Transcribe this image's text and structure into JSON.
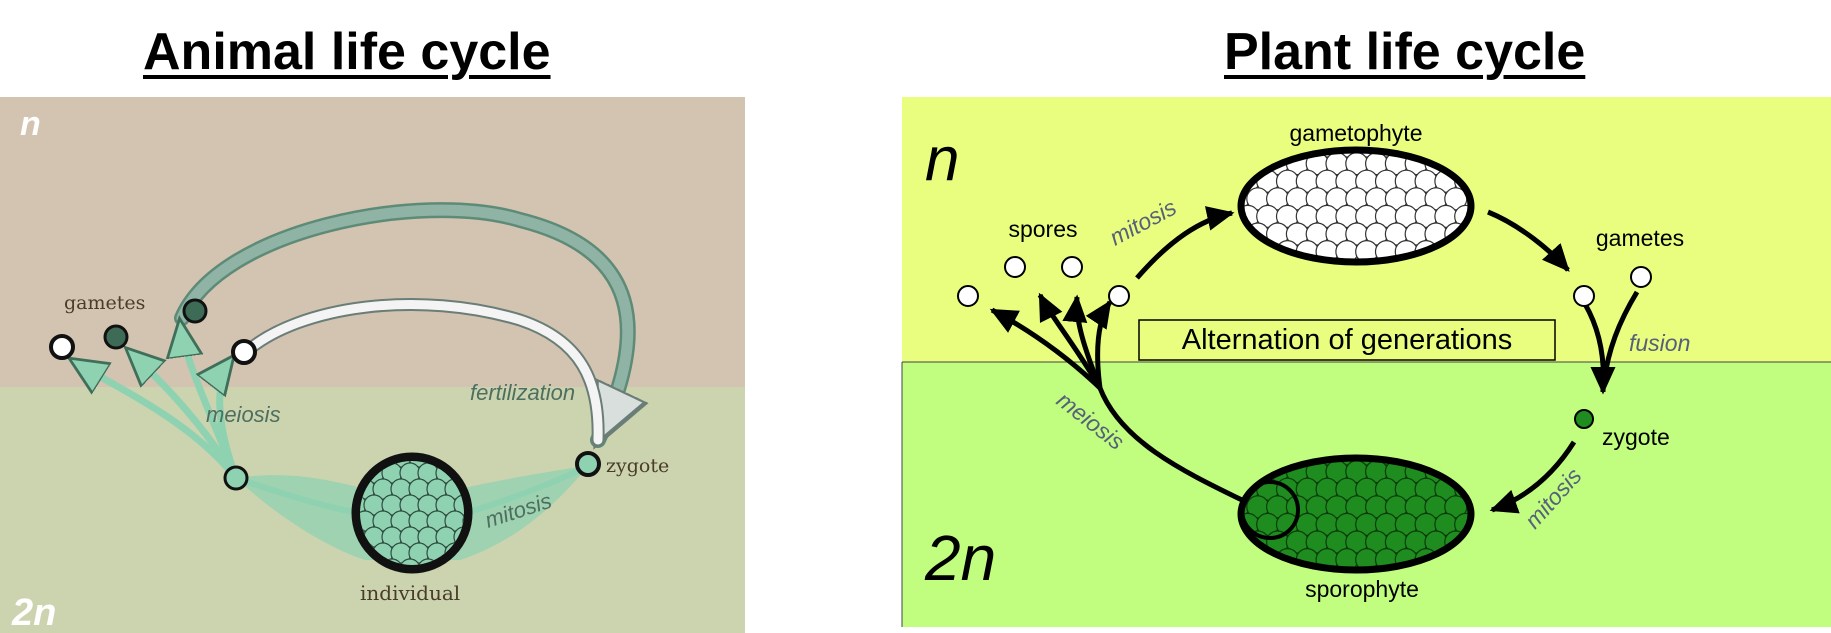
{
  "animal": {
    "title": "Animal life cycle",
    "ploidy_haploid": "n",
    "ploidy_diploid": "2n",
    "labels": {
      "gametes": "gametes",
      "meiosis": "meiosis",
      "fertilization": "fertilization",
      "zygote": "zygote",
      "mitosis": "mitosis",
      "individual": "individual"
    },
    "colors": {
      "haploid_bg": "#d2c4b0",
      "diploid_bg": "#cbd4af",
      "cell": "#8fd2b1",
      "arrow": "#7a9e8e"
    }
  },
  "plant": {
    "title": "Plant life cycle",
    "ploidy_haploid": "n",
    "ploidy_diploid": "2n",
    "center_label": "Alternation of generations",
    "labels": {
      "gametophyte": "gametophyte",
      "spores": "spores",
      "mitosis_top": "mitosis",
      "gametes": "gametes",
      "fusion": "fusion",
      "zygote": "zygote",
      "mitosis_bottom": "mitosis",
      "meiosis": "meiosis",
      "sporophyte": "sporophyte"
    },
    "colors": {
      "haploid_bg": "#e9fd7e",
      "diploid_bg": "#c1fd7e",
      "sporophyte": "#1e8c1e",
      "gametophyte": "#ffffff"
    }
  }
}
